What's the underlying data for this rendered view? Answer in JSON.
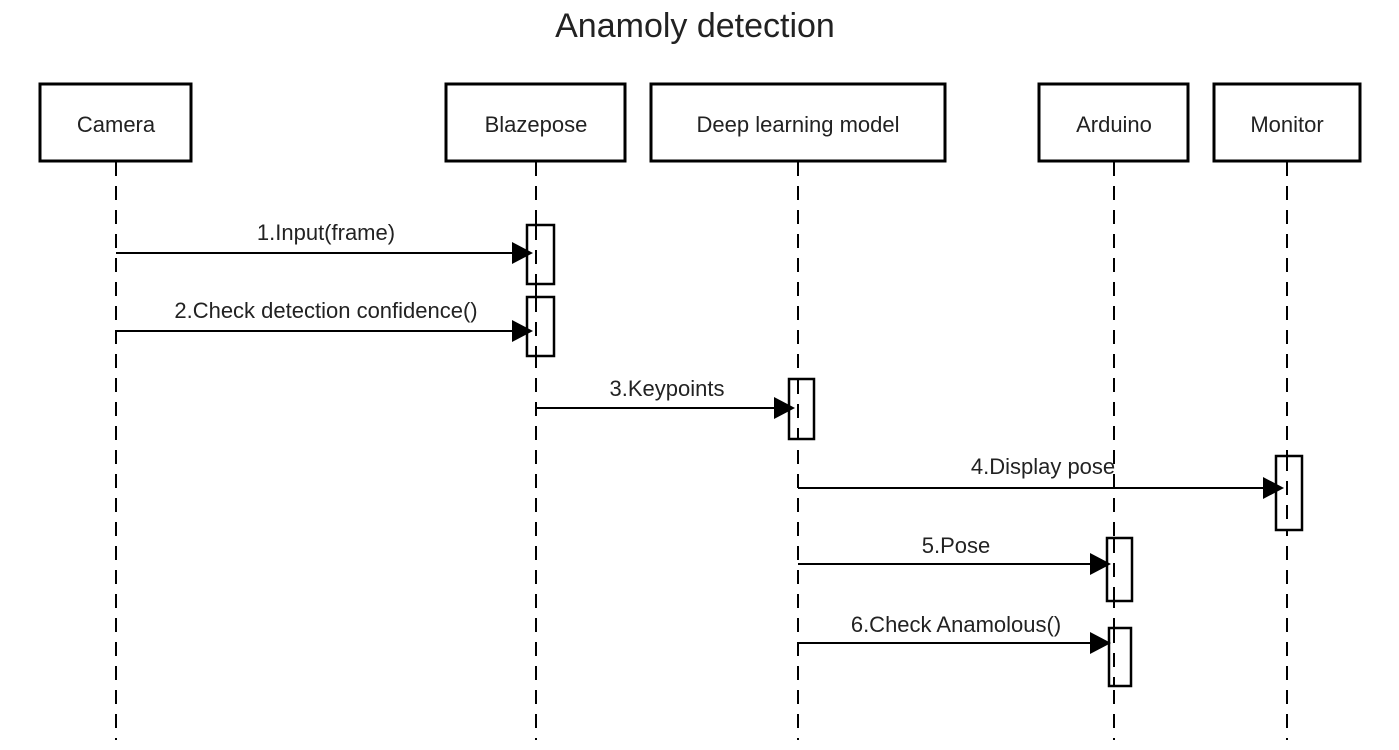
{
  "diagram": {
    "title": "Anamoly detection",
    "type": "sequence",
    "participants": [
      {
        "id": "camera",
        "label": "Camera"
      },
      {
        "id": "blazepose",
        "label": "Blazepose"
      },
      {
        "id": "dlmodel",
        "label": "Deep learning model"
      },
      {
        "id": "arduino",
        "label": "Arduino"
      },
      {
        "id": "monitor",
        "label": "Monitor"
      }
    ],
    "messages": [
      {
        "from": "camera",
        "to": "blazepose",
        "label": "1.Input(frame)"
      },
      {
        "from": "camera",
        "to": "blazepose",
        "label": "2.Check detection confidence()"
      },
      {
        "from": "blazepose",
        "to": "dlmodel",
        "label": "3.Keypoints"
      },
      {
        "from": "dlmodel",
        "to": "monitor",
        "label": "4.Display pose"
      },
      {
        "from": "dlmodel",
        "to": "arduino",
        "label": "5.Pose"
      },
      {
        "from": "dlmodel",
        "to": "arduino",
        "label": "6.Check Anamolous()"
      }
    ],
    "colors": {
      "stroke": "#000000",
      "text": "#222222",
      "background": "#ffffff"
    }
  }
}
